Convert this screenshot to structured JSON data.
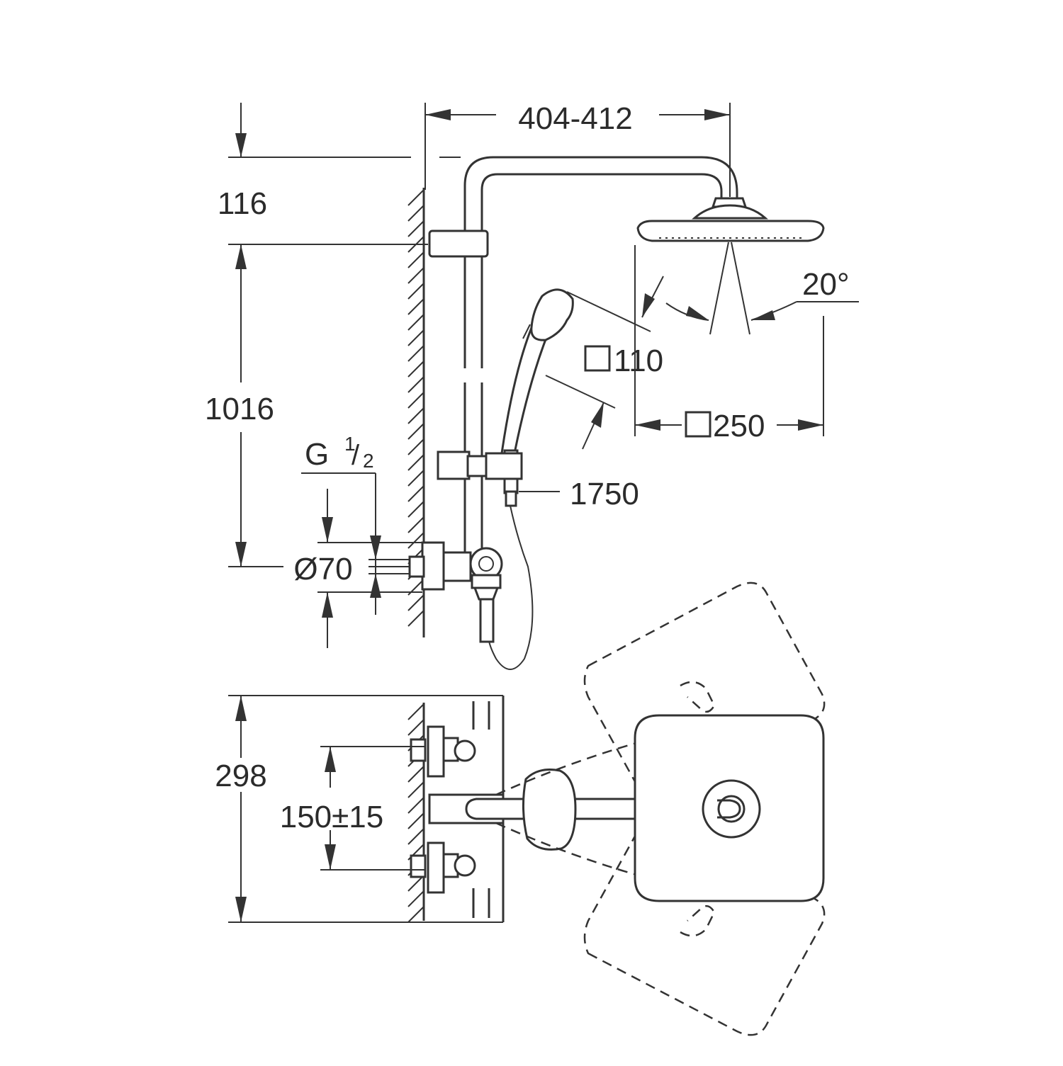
{
  "dimensions": {
    "arm_reach": "404-412",
    "top_offset": "116",
    "rail_height": "1016",
    "thread_prefix": "G",
    "thread_num": "1",
    "thread_den": "2",
    "escutcheon_diameter": "Ø70",
    "hand_shower_size": "110",
    "hose_length": "1750",
    "tilt_angle": "20°",
    "head_shower_size": "250",
    "mixer_depth": "298",
    "inlet_spacing": "150±15"
  }
}
